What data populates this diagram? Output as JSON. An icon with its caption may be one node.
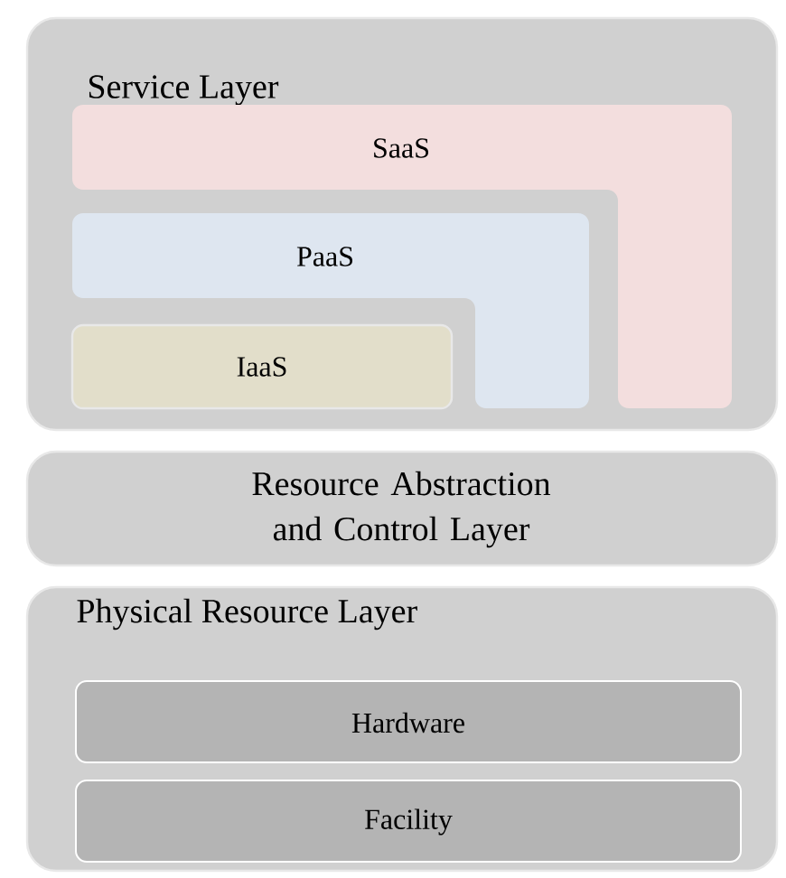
{
  "diagram": {
    "nodes": [
      {
        "text": [
          "Service Layer"
        ]
      },
      {
        "text": [
          "SaaS"
        ],
        "in": 0
      },
      {
        "text": [
          "PaaS"
        ],
        "in": 0
      },
      {
        "text": [
          "IaaS"
        ],
        "in": 0
      },
      {
        "text": [
          "Resource Abstraction and Control Layer"
        ]
      },
      {
        "text": [
          "Physical Resource Layer"
        ]
      },
      {
        "text": [
          "Hardware"
        ],
        "in": 5
      },
      {
        "text": [
          "Facility"
        ],
        "in": 5
      }
    ]
  }
}
